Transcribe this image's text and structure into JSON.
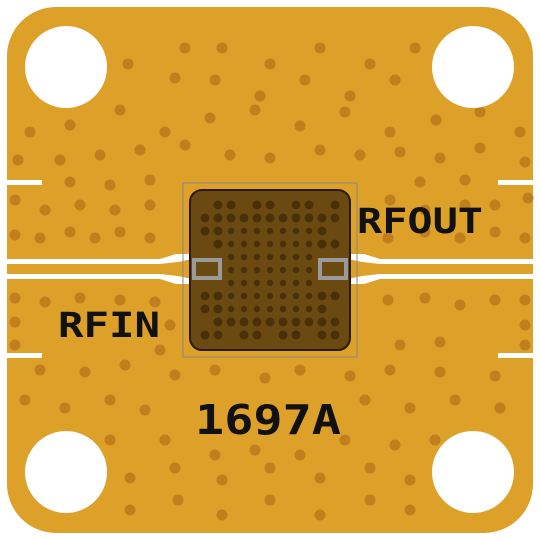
{
  "board": {
    "colors": {
      "substrate": "#DDA12A",
      "border": "#FFFFFF",
      "via": "#C07F1C",
      "die_fill": "#6B4A12",
      "die_stroke": "#2A1A05",
      "die_via": "#4A3009",
      "pad": "#9A9A9A",
      "trace_gap": "#FFFFFF",
      "label": "#111111"
    },
    "labels": {
      "input_port": "RFIN",
      "output_port": "RFOUT",
      "part_number": "1697A"
    },
    "mounting_holes": [
      "top-left",
      "top-right",
      "bottom-left",
      "bottom-right"
    ]
  }
}
